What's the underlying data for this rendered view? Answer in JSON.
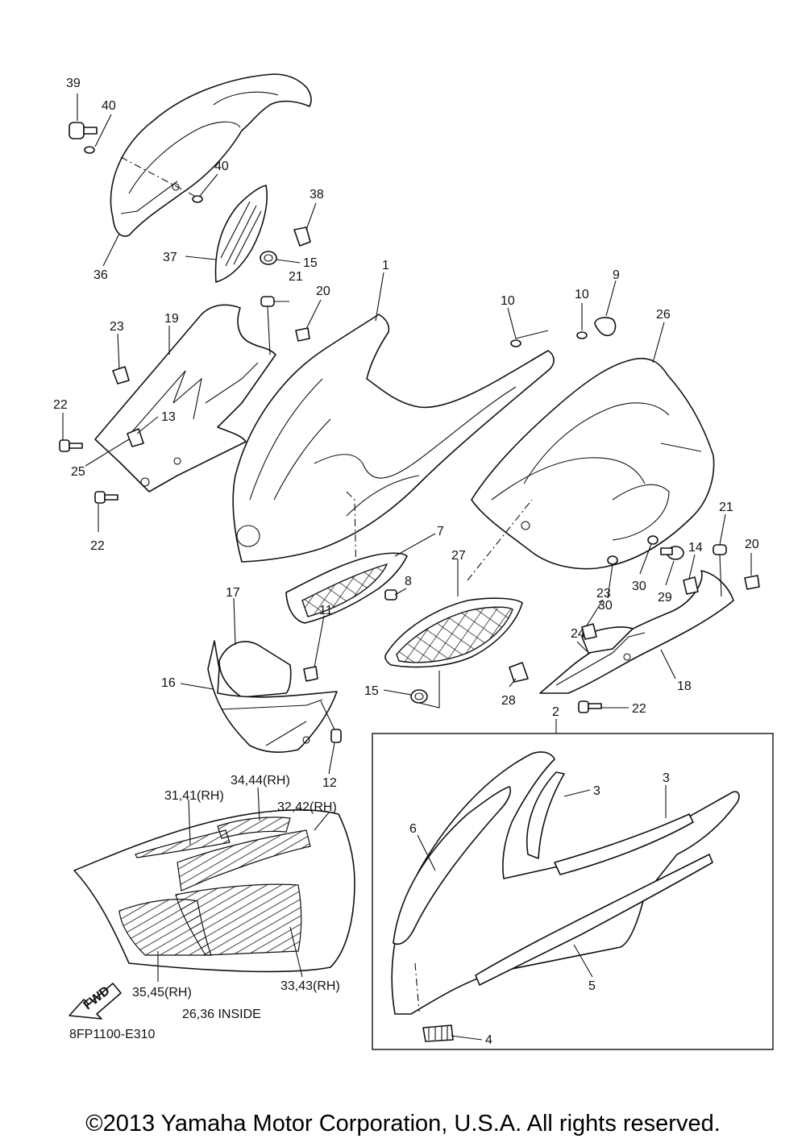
{
  "callouts": {
    "c39": "39",
    "c40a": "40",
    "c40b": "40",
    "c38": "38",
    "c37": "37",
    "c15a": "15",
    "c36": "36",
    "c21a": "21",
    "c20a": "20",
    "c23a": "23",
    "c19": "19",
    "c1": "1",
    "c10a": "10",
    "c10b": "10",
    "c9": "9",
    "c26": "26",
    "c22a": "22",
    "c13": "13",
    "c25": "25",
    "c22b": "22",
    "c7": "7",
    "c27": "27",
    "c8": "8",
    "c21b": "21",
    "c20b": "20",
    "c14": "14",
    "c30a": "30",
    "c30b": "30",
    "c29": "29",
    "c17": "17",
    "c11": "11",
    "c23b": "23",
    "c24": "24",
    "c16": "16",
    "c18": "18",
    "c15b": "15",
    "c28": "28",
    "c22c": "22",
    "c12": "12",
    "c2": "2",
    "c3a": "3",
    "c3b": "3",
    "c6": "6",
    "c5": "5",
    "c4": "4"
  },
  "decal_labels": {
    "d34_44": "34,44(RH)",
    "d31_41": "31,41(RH)",
    "d32_42": "32,42(RH)",
    "d35_45": "35,45(RH)",
    "d33_43": "33,43(RH)"
  },
  "notes": {
    "fwd": "FWD",
    "inside_note": "26,36 INSIDE",
    "diagram_code": "8FP1100-E310"
  },
  "footer": {
    "copyright": "©2013 Yamaha Motor Corporation, U.S.A. All rights reserved."
  }
}
